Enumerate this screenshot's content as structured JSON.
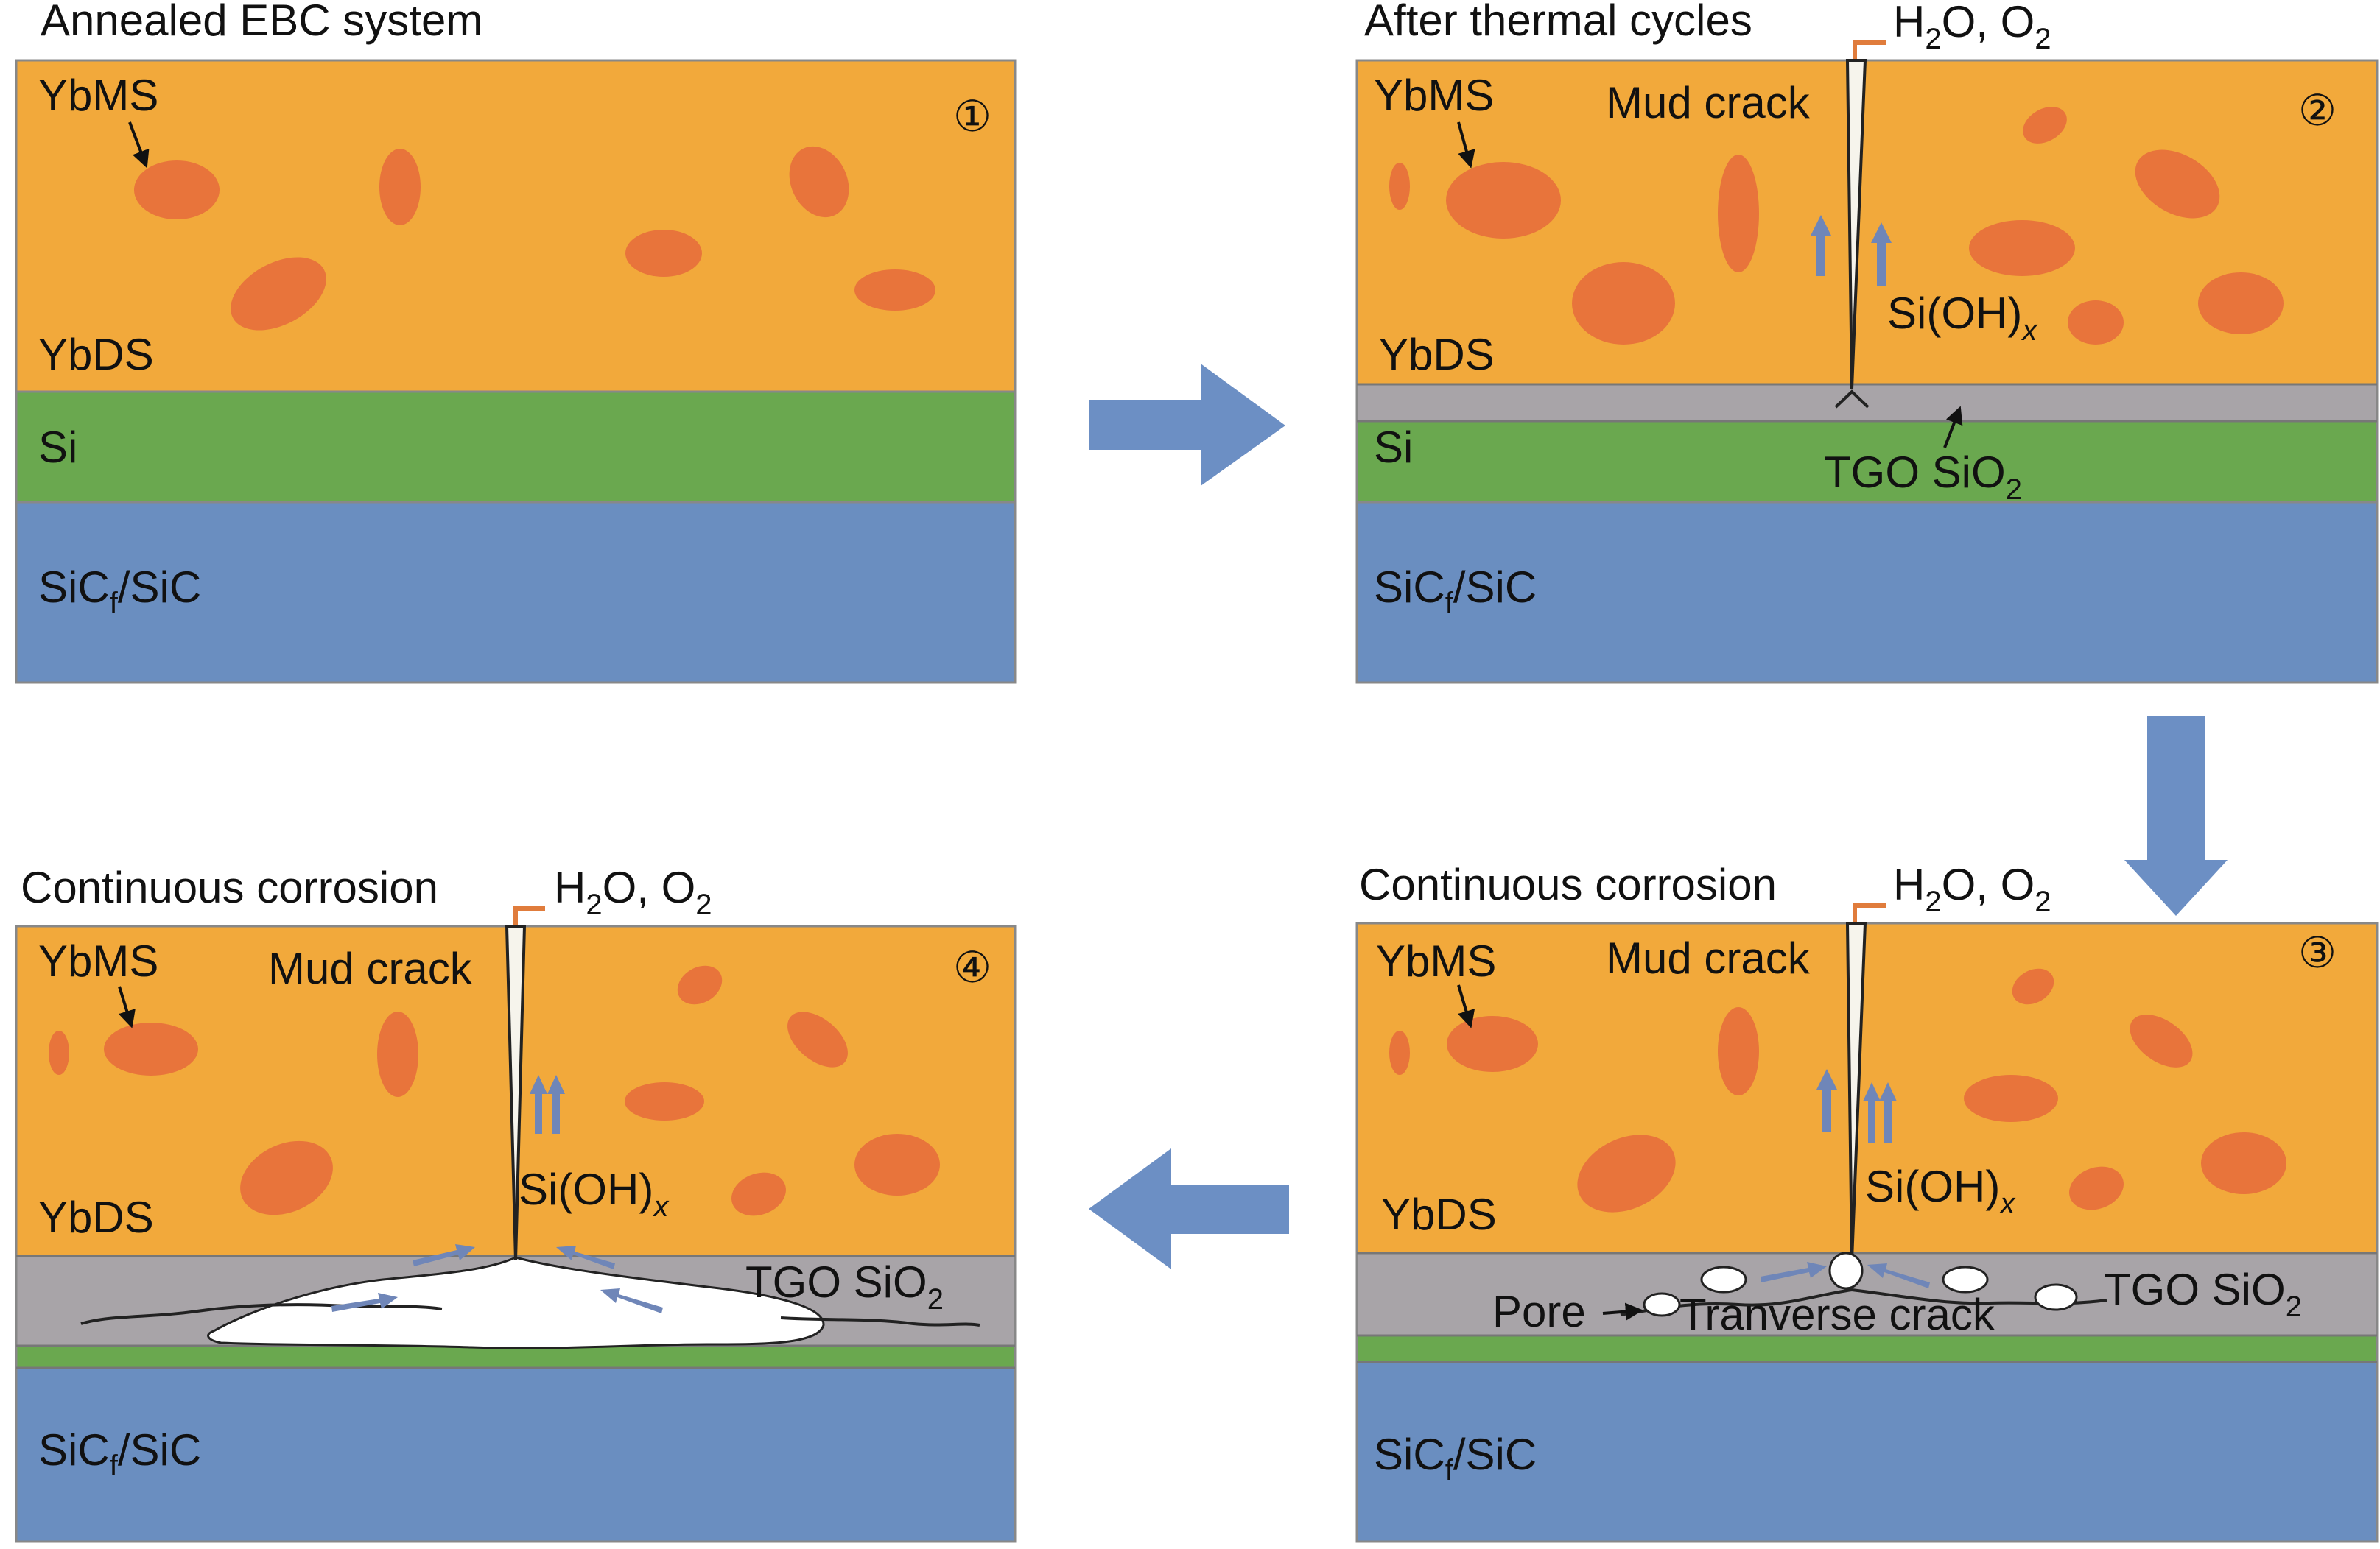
{
  "colors": {
    "ybds": "#F2A93B",
    "ybms": "#E8743B",
    "si": "#6AA84F",
    "substrate": "#6A8EC0",
    "tgo": "#A8A4A8",
    "flow_arrow": "#6F86B8",
    "big_arrow": "#6C8FC4",
    "gas_hook": "#E07C3C",
    "outline": "#888888"
  },
  "panels": [
    {
      "title": "Annealed EBC system",
      "number": "①",
      "ybms_label": "YbMS",
      "ybds_label": "YbDS",
      "si_label": "Si",
      "substrate_label": {
        "main": "SiC",
        "sub": "f",
        "rest": "/SiC"
      }
    },
    {
      "title": "After thermal cycles",
      "number": "②",
      "ybms_label": "YbMS",
      "ybds_label": "YbDS",
      "si_label": "Si",
      "crack_label": "Mud crack",
      "gas_label": {
        "a": "H",
        "a_sub": "2",
        "b": "O, O",
        "b_sub": "2"
      },
      "species_label": {
        "main": "Si(OH)",
        "sub": "x"
      },
      "tgo_label": {
        "main": "TGO SiO",
        "sub": "2"
      },
      "substrate_label": {
        "main": "SiC",
        "sub": "f",
        "rest": "/SiC"
      }
    },
    {
      "title": "Continuous corrosion",
      "number": "③",
      "ybms_label": "YbMS",
      "ybds_label": "YbDS",
      "crack_label": "Mud crack",
      "gas_label": {
        "a": "H",
        "a_sub": "2",
        "b": "O, O",
        "b_sub": "2"
      },
      "species_label": {
        "main": "Si(OH)",
        "sub": "x"
      },
      "tgo_label": {
        "main": "TGO SiO",
        "sub": "2"
      },
      "pore_label": "Pore",
      "transverse_label": "Tranverse crack",
      "substrate_label": {
        "main": "SiC",
        "sub": "f",
        "rest": "/SiC"
      }
    },
    {
      "title": "Continuous corrosion",
      "number": "④",
      "ybms_label": "YbMS",
      "ybds_label": "YbDS",
      "crack_label": "Mud crack",
      "gas_label": {
        "a": "H",
        "a_sub": "2",
        "b": "O, O",
        "b_sub": "2"
      },
      "species_label": {
        "main": "Si(OH)",
        "sub": "x"
      },
      "tgo_label": {
        "main": "TGO SiO",
        "sub": "2"
      },
      "substrate_label": {
        "main": "SiC",
        "sub": "f",
        "rest": "/SiC"
      }
    }
  ]
}
